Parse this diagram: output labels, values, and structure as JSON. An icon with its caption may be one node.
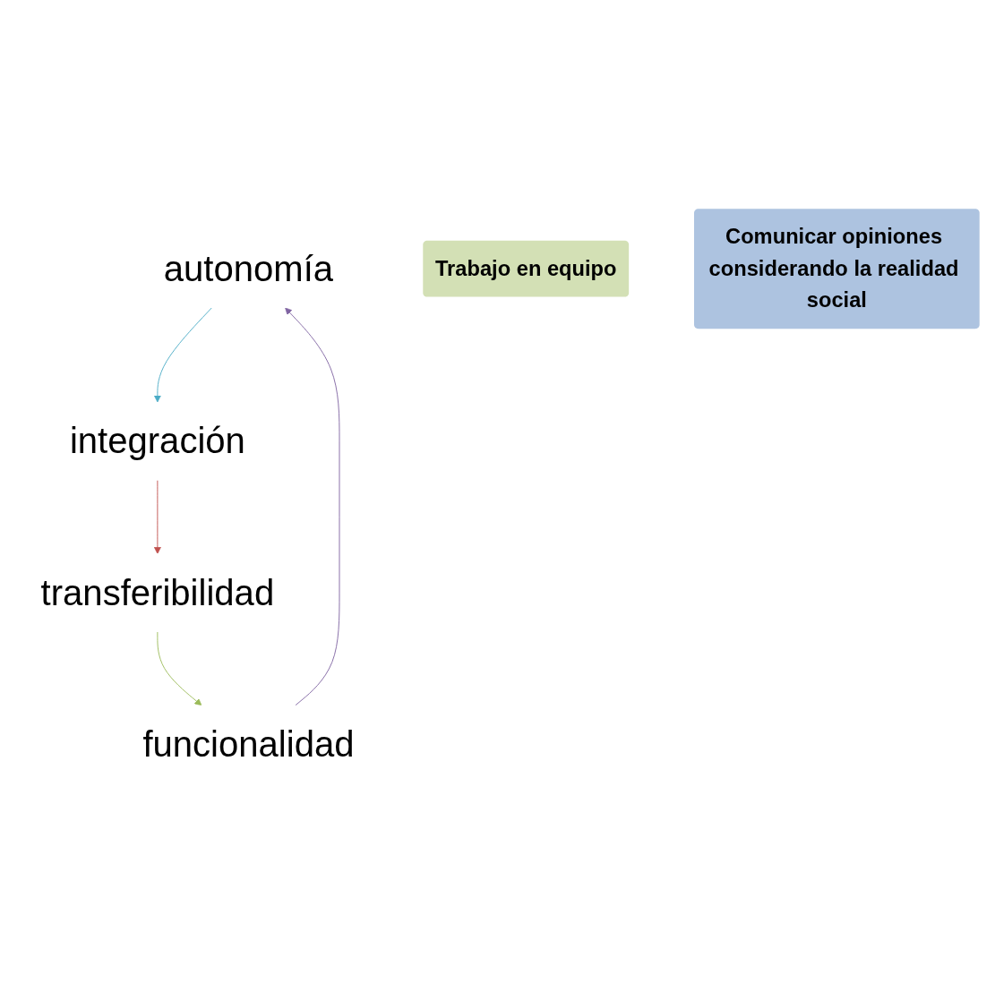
{
  "diagram": {
    "nodes": [
      {
        "text": [
          "autonomía"
        ]
      },
      {
        "text": [
          "integración"
        ]
      },
      {
        "text": [
          "Trabajo en equipo"
        ]
      },
      {
        "text": [
          "Comunicar opiniones considerando la realidad social"
        ]
      },
      {
        "text": [
          "funcionalidad"
        ]
      },
      {
        "text": [
          "transferibilidad"
        ]
      }
    ],
    "edges": [
      {
        "from": 0,
        "to": 1,
        "arrow": "to",
        "color": "#4bacc6"
      },
      {
        "from": 1,
        "to": 5,
        "arrow": "to",
        "color": "#c0504d"
      },
      {
        "from": 5,
        "to": 4,
        "arrow": "to",
        "color": "#9bbb59"
      },
      {
        "from": 4,
        "to": 0,
        "arrow": "to",
        "color": "#8064a2"
      }
    ]
  }
}
